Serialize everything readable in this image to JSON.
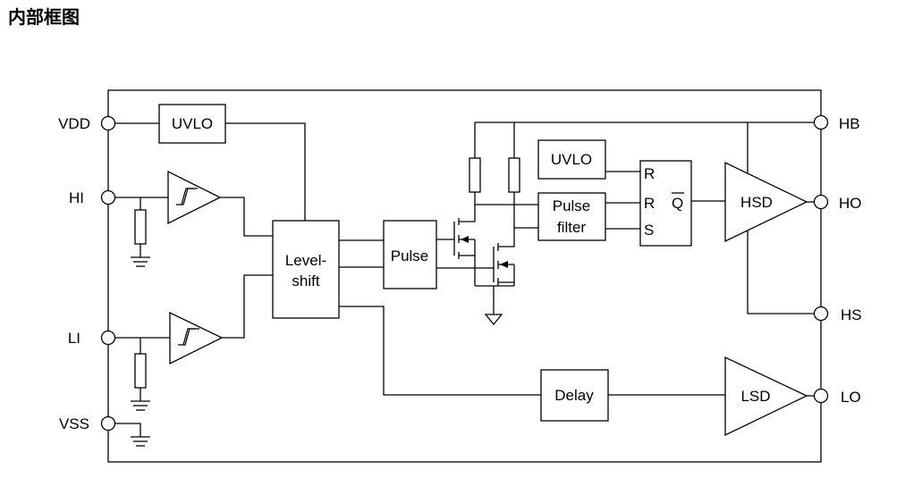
{
  "title": "内部框图",
  "pins": {
    "vdd": "VDD",
    "hi": "HI",
    "li": "LI",
    "vss": "VSS",
    "hb": "HB",
    "ho": "HO",
    "hs": "HS",
    "lo": "LO"
  },
  "blocks": {
    "uvlo_low": "UVLO",
    "uvlo_high": "UVLO",
    "level_shift_line1": "Level-",
    "level_shift_line2": "shift",
    "pulse": "Pulse",
    "pulse_filter_line1": "Pulse",
    "pulse_filter_line2": "filter",
    "delay": "Delay",
    "hsd": "HSD",
    "lsd": "LSD"
  },
  "latch": {
    "r1": "R",
    "r2": "R",
    "s": "S",
    "q": "Q"
  }
}
